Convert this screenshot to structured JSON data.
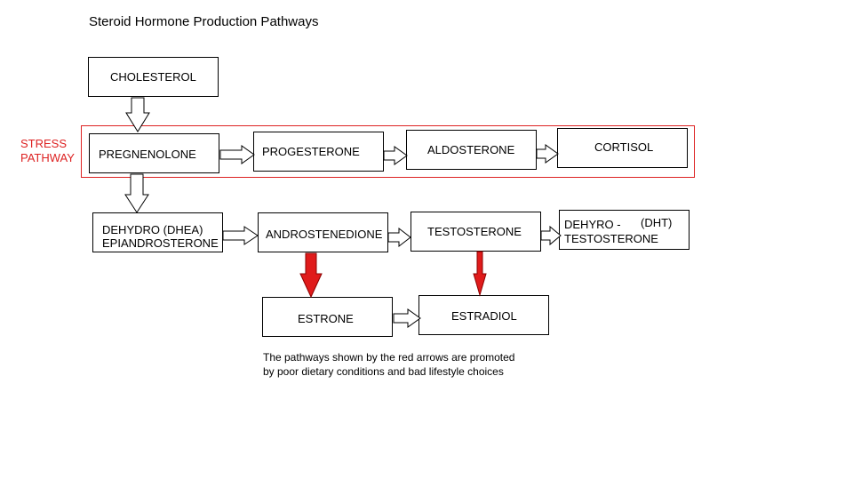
{
  "title": "Steroid Hormone Production Pathways",
  "stress_label": [
    "STRESS",
    "PATHWAY"
  ],
  "nodes": {
    "cholesterol": "CHOLESTEROL",
    "pregnenolone": "PREGNENOLONE",
    "progesterone": "PROGESTERONE",
    "aldosterone": "ALDOSTERONE",
    "cortisol": "CORTISOL",
    "dhea_line1": "DEHYDRO (DHEA)",
    "dhea_line2": "EPIANDROSTERONE",
    "androstenedione": "ANDROSTENEDIONE",
    "testosterone": "TESTOSTERONE",
    "dht_line1": "DEHYRO -",
    "dht_abbr": "(DHT)",
    "dht_line2": "TESTOSTERONE",
    "estrone": "ESTRONE",
    "estradiol": "ESTRADIOL"
  },
  "note": [
    "The pathways shown by the red arrows are promoted",
    "by poor dietary conditions and bad lifestyle choices"
  ],
  "colors": {
    "stress": "#dd2222",
    "red_arrow": "#e01b1b",
    "outline": "#000000"
  }
}
